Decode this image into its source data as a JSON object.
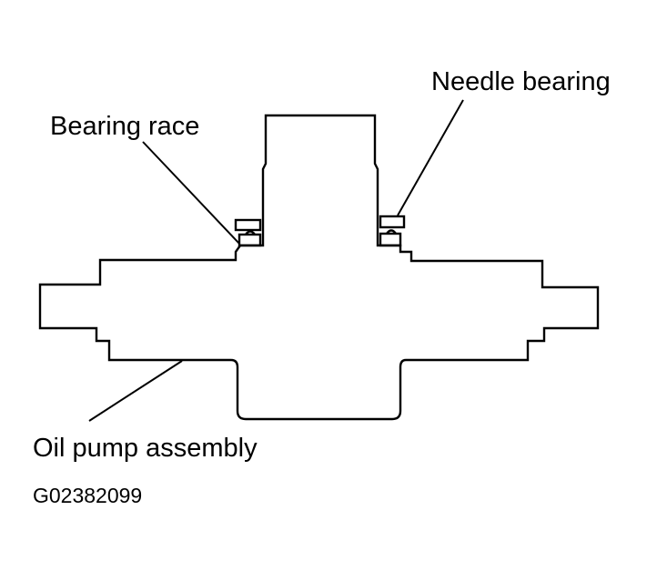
{
  "labels": {
    "needle_bearing": "Needle bearing",
    "bearing_race": "Bearing race",
    "oil_pump_assembly": "Oil pump assembly"
  },
  "figure_id": "G02382099"
}
